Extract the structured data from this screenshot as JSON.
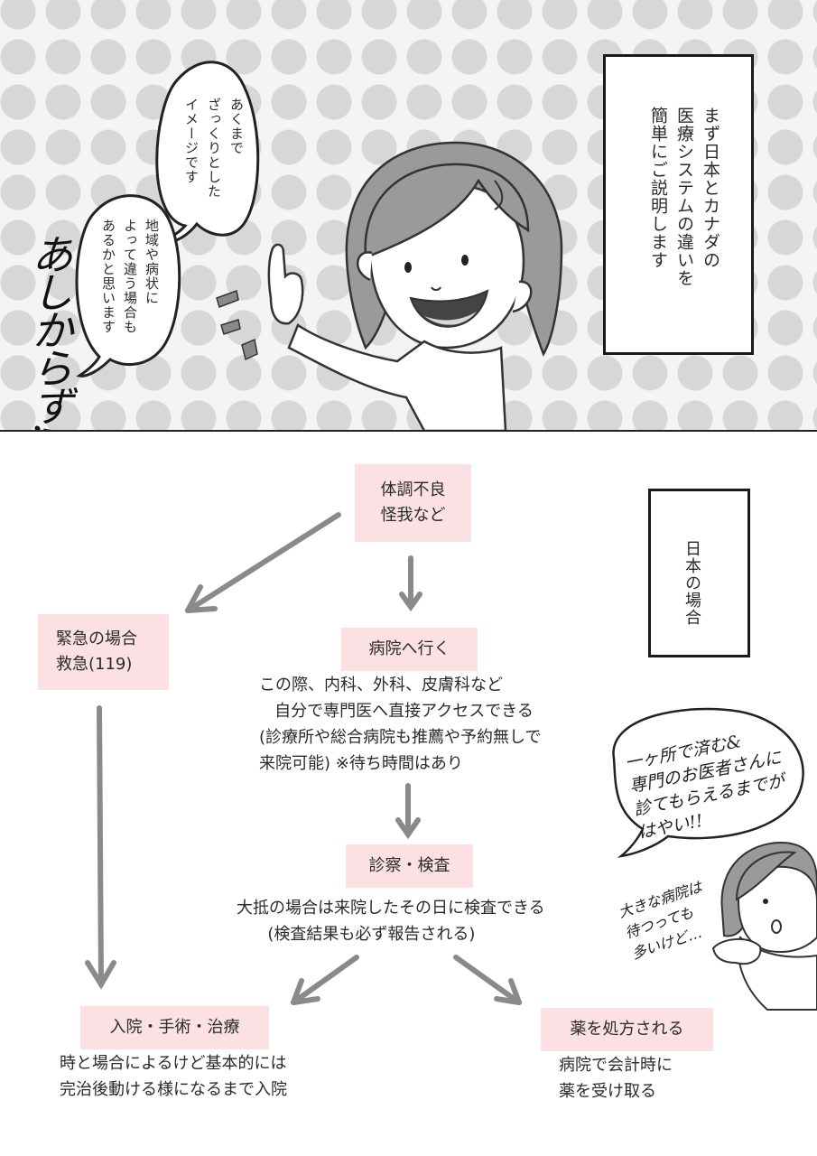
{
  "panel_top": {
    "narration": "まず日本とカナダの\n医療システムの違いを\n簡単にご説明します",
    "note_1": "あくまで\nざっくりとした\nイメージです",
    "note_2": "地域や病状に\nよって違う場合も\nあるかと思います",
    "exclamation": "あしからず!!"
  },
  "flow": {
    "section_label": "日本の場合",
    "nodes": {
      "symptom": "体調不良\n怪我など",
      "emergency": "緊急の場合\n救急(119)",
      "hospital": "病院へ行く",
      "exam": "診察・検査",
      "admission": "入院・手術・治療",
      "medicine": "薬を処方される"
    },
    "descriptions": {
      "hospital": "この際、内科、外科、皮膚科など\n   自分で専門医へ直接アクセスできる\n(診療所や総合病院も推薦や予約無しで\n来院可能) ※待ち時間はあり",
      "exam": "大抵の場合は来院したその日に検査できる\n      (検査結果も必ず報告される)",
      "admission": "時と場合によるけど基本的には\n完治後動ける様になるまで入院",
      "medicine": "病院で会計時に\n薬を受け取る"
    },
    "speech": "一ヶ所で済む&\n専門のお医者さんに\n診てもらえるまでが\nはやい!!",
    "aside": "大きな病院は\n待つっても\n多いけど…"
  },
  "colors": {
    "pink_box": "#fbe1e3",
    "dots": "#d7d7d7",
    "arrow": "#8a8a8a",
    "hair": "#9a9a9a"
  }
}
